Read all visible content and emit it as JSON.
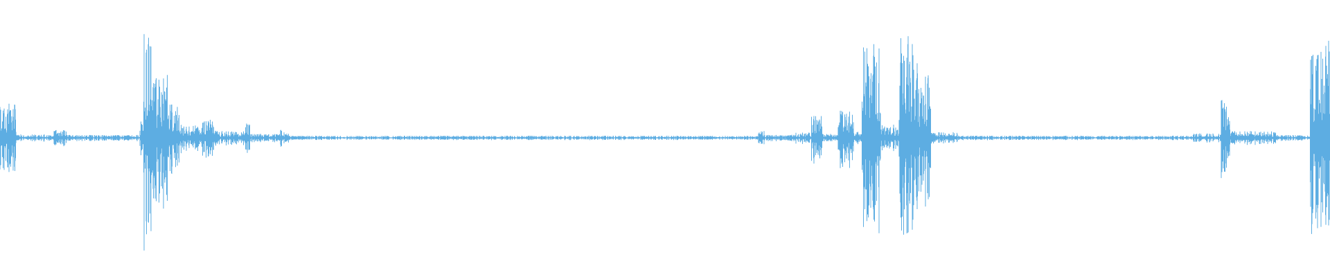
{
  "waveform": {
    "color": "#5dade2",
    "background": "#ffffff",
    "segments": [
      {
        "start": 0.0,
        "end": 0.012,
        "amp": 0.3
      },
      {
        "start": 0.012,
        "end": 0.04,
        "amp": 0.03
      },
      {
        "start": 0.04,
        "end": 0.05,
        "amp": 0.07
      },
      {
        "start": 0.05,
        "end": 0.105,
        "amp": 0.025
      },
      {
        "start": 0.105,
        "end": 0.108,
        "amp": 0.15
      },
      {
        "start": 0.108,
        "end": 0.114,
        "amp": 0.92
      },
      {
        "start": 0.114,
        "end": 0.122,
        "amp": 0.55
      },
      {
        "start": 0.122,
        "end": 0.126,
        "amp": 0.75
      },
      {
        "start": 0.126,
        "end": 0.135,
        "amp": 0.3
      },
      {
        "start": 0.135,
        "end": 0.152,
        "amp": 0.12
      },
      {
        "start": 0.152,
        "end": 0.162,
        "amp": 0.18
      },
      {
        "start": 0.162,
        "end": 0.182,
        "amp": 0.06
      },
      {
        "start": 0.182,
        "end": 0.188,
        "amp": 0.13
      },
      {
        "start": 0.188,
        "end": 0.21,
        "amp": 0.035
      },
      {
        "start": 0.21,
        "end": 0.218,
        "amp": 0.07
      },
      {
        "start": 0.218,
        "end": 0.57,
        "amp": 0.018
      },
      {
        "start": 0.57,
        "end": 0.575,
        "amp": 0.06
      },
      {
        "start": 0.575,
        "end": 0.595,
        "amp": 0.025
      },
      {
        "start": 0.595,
        "end": 0.61,
        "amp": 0.05
      },
      {
        "start": 0.61,
        "end": 0.618,
        "amp": 0.2
      },
      {
        "start": 0.618,
        "end": 0.63,
        "amp": 0.035
      },
      {
        "start": 0.63,
        "end": 0.642,
        "amp": 0.25
      },
      {
        "start": 0.642,
        "end": 0.648,
        "amp": 0.06
      },
      {
        "start": 0.648,
        "end": 0.662,
        "amp": 0.85
      },
      {
        "start": 0.662,
        "end": 0.676,
        "amp": 0.12
      },
      {
        "start": 0.676,
        "end": 0.69,
        "amp": 0.9
      },
      {
        "start": 0.69,
        "end": 0.7,
        "amp": 0.55
      },
      {
        "start": 0.7,
        "end": 0.72,
        "amp": 0.05
      },
      {
        "start": 0.72,
        "end": 0.895,
        "amp": 0.018
      },
      {
        "start": 0.895,
        "end": 0.918,
        "amp": 0.04
      },
      {
        "start": 0.918,
        "end": 0.925,
        "amp": 0.35
      },
      {
        "start": 0.925,
        "end": 0.96,
        "amp": 0.06
      },
      {
        "start": 0.96,
        "end": 0.985,
        "amp": 0.025
      },
      {
        "start": 0.985,
        "end": 1.0,
        "amp": 0.85
      }
    ]
  }
}
